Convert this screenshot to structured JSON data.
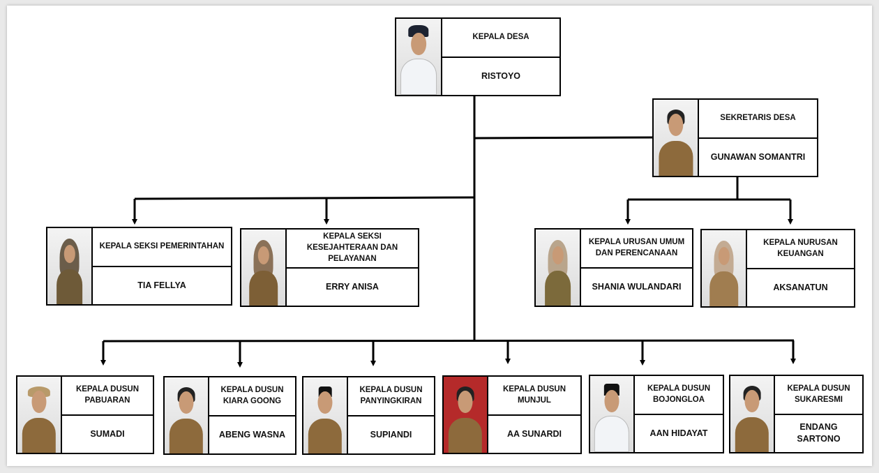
{
  "nodes": {
    "kepala_desa": {
      "role": "KEPALA DESA",
      "name": "RISTOYO"
    },
    "sekretaris": {
      "role": "SEKRETARIS DESA",
      "name": "GUNAWAN SOMANTRI"
    },
    "kasi_pemerintahan": {
      "role": "KEPALA SEKSI PEMERINTAHAN",
      "name": "TIA FELLYA"
    },
    "kasi_kesejahteraan": {
      "role": "KEPALA SEKSI KESEJAHTERAAN DAN PELAYANAN",
      "name": "ERRY ANISA"
    },
    "kaur_umum": {
      "role": "KEPALA URUSAN UMUM DAN PERENCANAAN",
      "name": "SHANIA WULANDARI"
    },
    "kaur_keuangan": {
      "role": "KEPALA NURUSAN KEUANGAN",
      "name": "AKSANATUN"
    },
    "kadus_pabuaran": {
      "role": "KEPALA DUSUN PABUARAN",
      "name": "SUMADI"
    },
    "kadus_kiara_goong": {
      "role": "KEPALA DUSUN KIARA GOONG",
      "name": "ABENG WASNA"
    },
    "kadus_panyingkiran": {
      "role": "KEPALA DUSUN PANYINGKIRAN",
      "name": "SUPIANDI"
    },
    "kadus_munjul": {
      "role": "KEPALA DUSUN MUNJUL",
      "name": "AA SUNARDI"
    },
    "kadus_bojongloa": {
      "role": "KEPALA DUSUN BOJONGLOA",
      "name": "AAN HIDAYAT"
    },
    "kadus_sukaresmi": {
      "role": "KEPALA DUSUN SUKARESMI",
      "name": "ENDANG SARTONO"
    }
  },
  "colors": {
    "line": "#000000",
    "uniform_khaki": "#8d6a3c",
    "uniform_white": "#f2f4f7"
  },
  "icons": {
    "photo": "person-photo-icon"
  }
}
